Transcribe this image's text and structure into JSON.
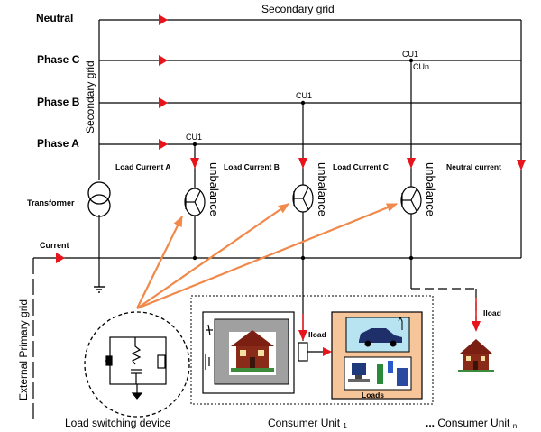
{
  "labels": {
    "secondary_grid_top": "Secondary grid",
    "secondary_grid_vertical": "Secondary grid",
    "neutral": "Neutral",
    "phase_c": "Phase C",
    "phase_b": "Phase B",
    "phase_a": "Phase A",
    "transformer": "Transformer",
    "current": "Current",
    "external_primary_grid": "External Primary grid",
    "cu1_phase_c": "CU1",
    "cun_phase_c": "CUn",
    "cu1_phase_b": "CU1",
    "cu1_phase_a": "CU1",
    "load_current_a": "Load Current A",
    "load_current_b": "Load Current B",
    "load_current_c": "Load Current C",
    "neutral_current": "Neutral current",
    "unbalance_1": "unbalance",
    "unbalance_2": "unbalance",
    "unbalance_3": "unbalance",
    "iload_1": "Iload",
    "iload_n": "Iload",
    "loads": "Loads",
    "load_switching_device": "Load switching device",
    "consumer_unit_1": "Consumer Unit",
    "consumer_unit_1_sub": "1",
    "consumer_unit_n_prefix": "...",
    "consumer_unit_n": "Consumer Unit",
    "consumer_unit_n_sub": "n"
  },
  "colors": {
    "line": "#000000",
    "red_arrow": "#e8141b",
    "orange_arrow": "#f0894a",
    "house_roof": "#7a1f12",
    "house_wall": "#8a2a18",
    "consumer_bg": "#a0a0a0",
    "loads_bg": "#f6c59a",
    "screen_bg": "#b8e4f2"
  }
}
